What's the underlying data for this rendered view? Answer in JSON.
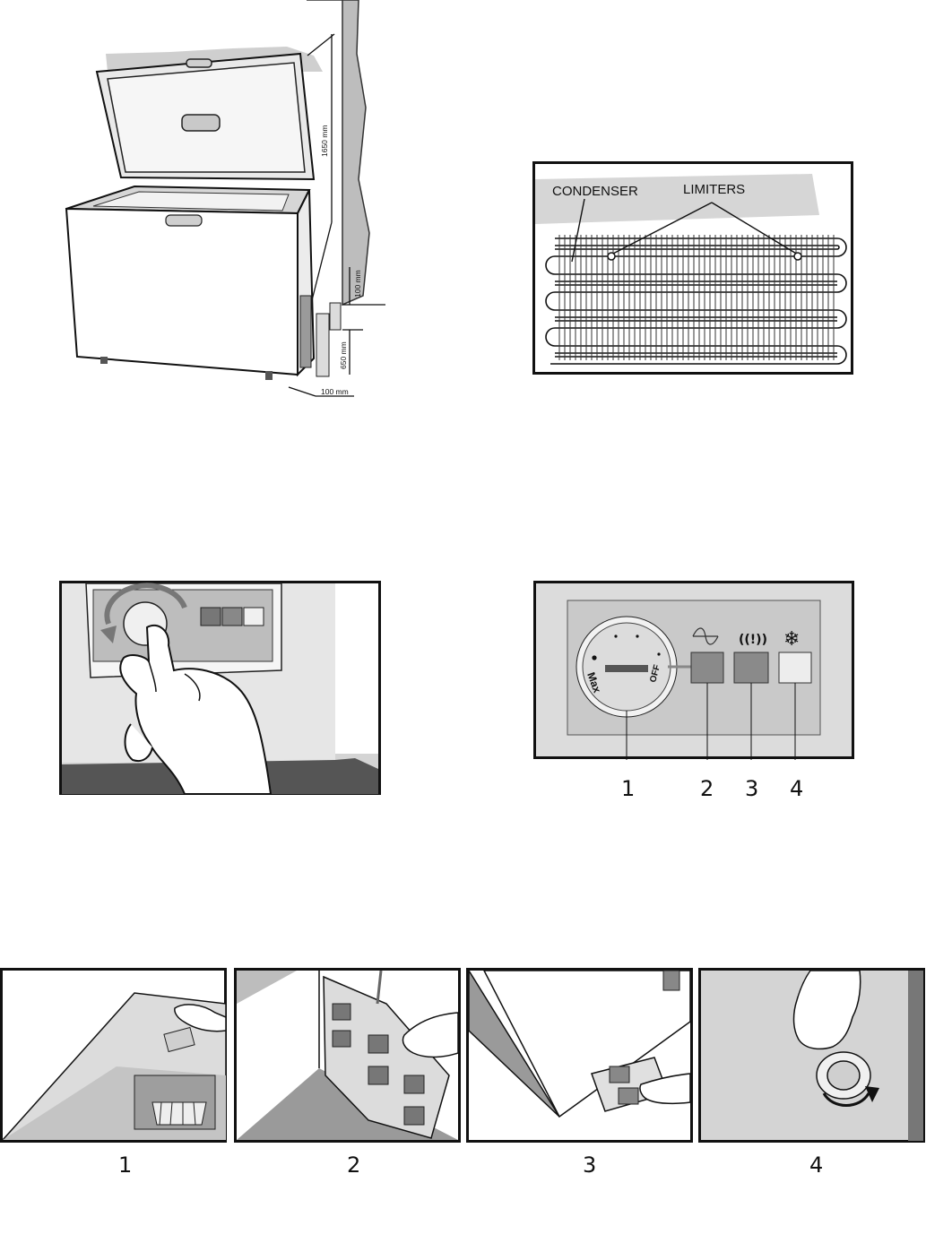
{
  "figure_install": {
    "dimensions": {
      "height": "1650 mm",
      "top_gap": "100 mm",
      "back_depth": "650 mm",
      "side_gap": "100 mm"
    }
  },
  "figure_condenser": {
    "labels": {
      "condenser": "CONDENSER",
      "limiters": "LIMITERS"
    }
  },
  "figure_panel": {
    "knob_labels": {
      "max": "Max",
      "off": "OFF"
    },
    "indicators": [
      {
        "id": "power",
        "icon": "mains-wave-icon",
        "color": "#8a8a8a"
      },
      {
        "id": "alarm",
        "icon": "alarm-icon",
        "symbol": "((!))",
        "color": "#8a8a8a"
      },
      {
        "id": "superfreeze",
        "icon": "snowflake-icon",
        "symbol": "❄",
        "color": "#ededed"
      }
    ],
    "callouts": [
      "1",
      "2",
      "3",
      "4"
    ]
  },
  "figure_steps": {
    "numbers": [
      "1",
      "2",
      "3",
      "4"
    ]
  }
}
